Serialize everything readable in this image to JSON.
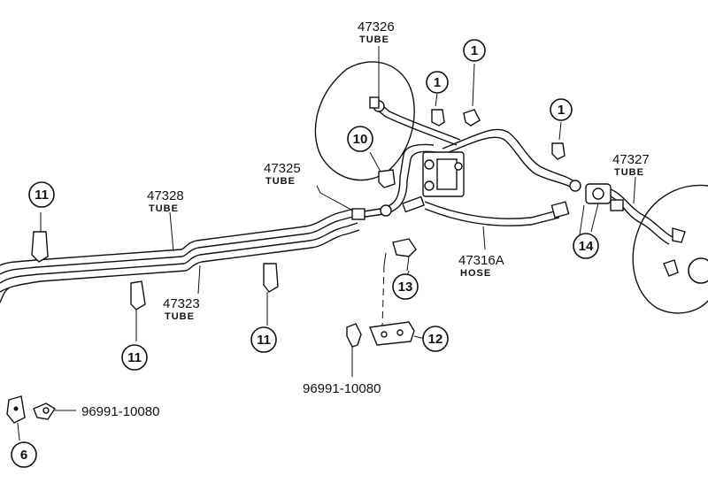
{
  "labels": {
    "tube_47326": {
      "number": "47326",
      "type": "TUBE"
    },
    "tube_47325": {
      "number": "47325",
      "type": "TUBE"
    },
    "tube_47327": {
      "number": "47327",
      "type": "TUBE"
    },
    "tube_47328": {
      "number": "47328",
      "type": "TUBE"
    },
    "tube_47323": {
      "number": "47323",
      "type": "TUBE"
    },
    "hose_47316a": {
      "number": "47316A",
      "type": "HOSE"
    },
    "part_96991_a": {
      "number": "96991-10080"
    },
    "part_96991_b": {
      "number": "96991-10080"
    }
  },
  "callouts": {
    "c1a": "1",
    "c1b": "1",
    "c1c": "1",
    "c10": "10",
    "c11a": "11",
    "c11b": "11",
    "c11c": "11",
    "c12": "12",
    "c13": "13",
    "c14": "14",
    "c6": "6"
  }
}
